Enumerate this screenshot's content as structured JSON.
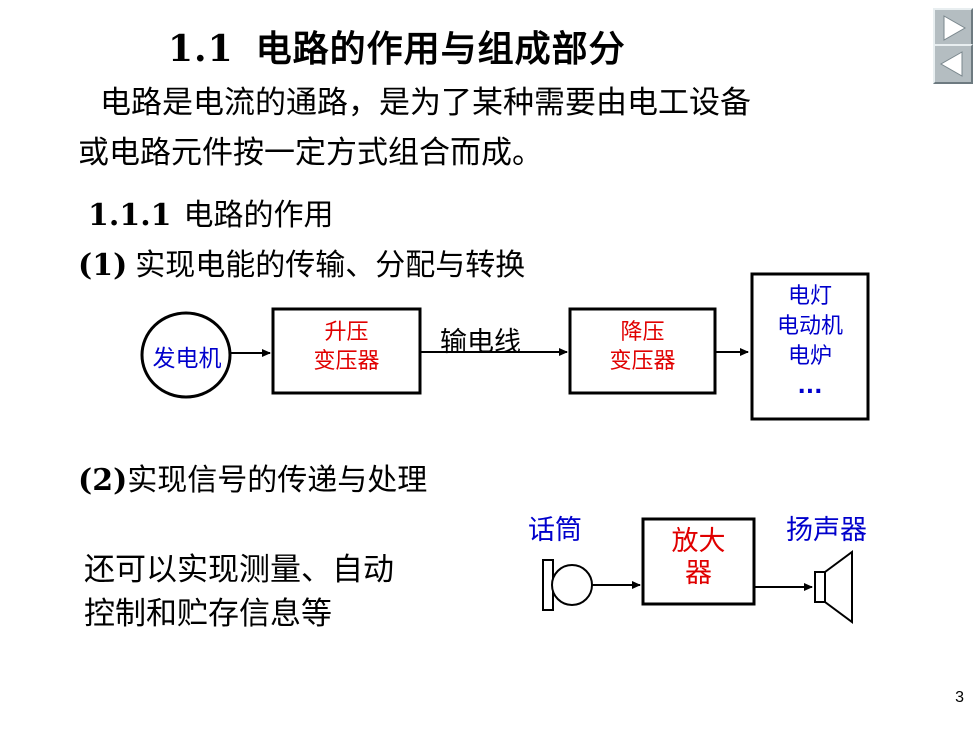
{
  "nav": {
    "next_icon": "play-right-icon",
    "prev_icon": "play-left-icon"
  },
  "title": {
    "number": "1.1",
    "text": "电路的作用与组成部分"
  },
  "intro": {
    "line1": "电路是电流的通路，是为了某种需要由电工设备",
    "line2": "或电路元件按一定方式组合而成。"
  },
  "section": {
    "number": "1.1.1",
    "text": "电路的作用"
  },
  "item1": {
    "number": "(1)",
    "text": "实现电能的传输、分配与转换"
  },
  "diagram1": {
    "generator": "发电机",
    "step_up": [
      "升压",
      "变压器"
    ],
    "line": "输电线",
    "step_down": [
      "降压",
      "变压器"
    ],
    "loads": [
      "电灯",
      "电动机",
      "电炉",
      "..."
    ]
  },
  "item2": {
    "number": "(2)",
    "text": "实现信号的传递与处理"
  },
  "diagram2": {
    "mic": "话筒",
    "amp": [
      "放大",
      "器"
    ],
    "speaker": "扬声器"
  },
  "extra": {
    "line1": "还可以实现测量、自动",
    "line2": "控制和贮存信息等"
  },
  "page_number": "3",
  "colors": {
    "red": "#e00000",
    "blue": "#0000cc",
    "nav_bg": "#b4bdc1"
  }
}
